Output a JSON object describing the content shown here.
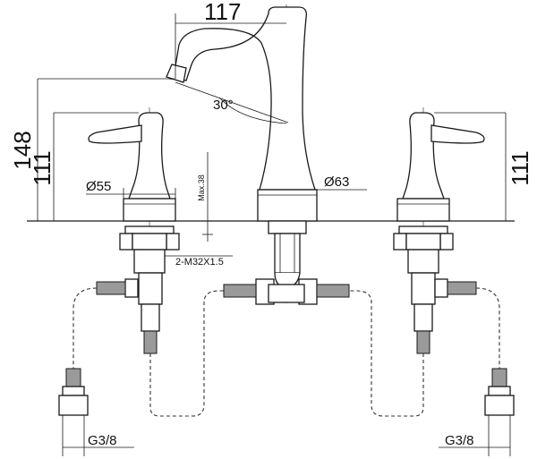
{
  "dimensions": {
    "spout_reach": "117",
    "total_height": "148",
    "left_handle_height": "111",
    "right_handle_height": "111",
    "angle": "30°",
    "left_base_diameter": "Ø55",
    "spout_base_diameter": "Ø63",
    "max_deck": "Max.38",
    "thread_spec": "2-M32X1.5",
    "left_connection": "G3/8",
    "right_connection": "G3/8"
  }
}
